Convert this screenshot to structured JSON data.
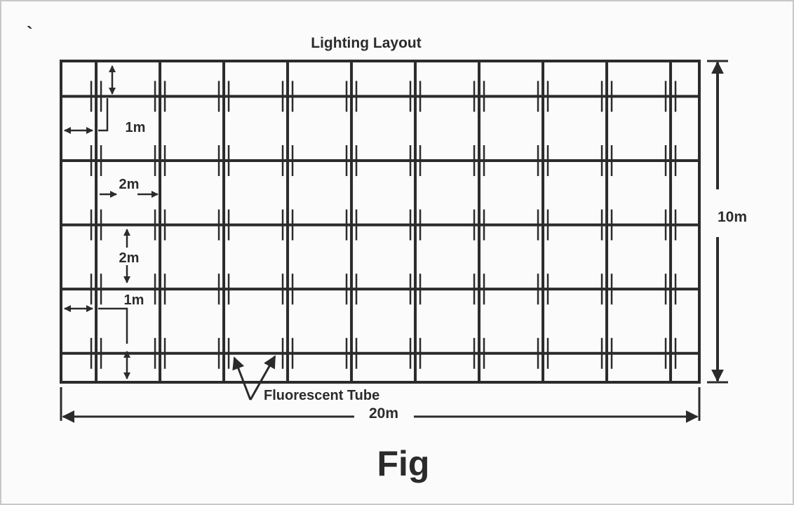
{
  "title": "Lighting Layout",
  "caption": "Fig",
  "corner_mark": "`",
  "colors": {
    "ink": "#2b2b2b",
    "frame": "#c8c8c8",
    "paper": "#fbfbfb"
  },
  "room": {
    "length_label": "20m",
    "width_label": "10m"
  },
  "spacing": {
    "end_offset_label": "1m",
    "side_offset_label": "1m",
    "horizontal_spacing_label": "2m",
    "vertical_spacing_label": "2m"
  },
  "fixture": {
    "label": "Fluorescent Tube"
  },
  "grid": {
    "columns": 10,
    "rows": 5
  }
}
